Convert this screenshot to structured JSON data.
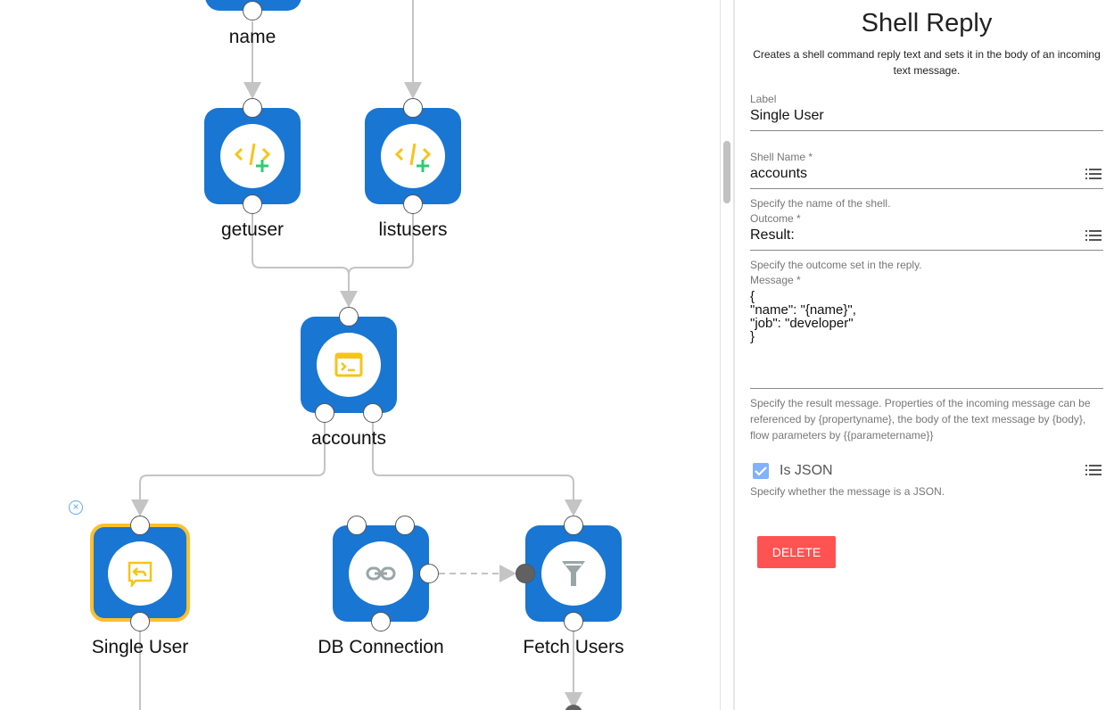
{
  "canvas": {
    "nodes": [
      {
        "id": "name",
        "label": "name"
      },
      {
        "id": "getuser",
        "label": "getuser",
        "icon": "code-plus-icon"
      },
      {
        "id": "listusers",
        "label": "listusers",
        "icon": "code-plus-icon"
      },
      {
        "id": "accounts",
        "label": "accounts",
        "icon": "terminal-icon"
      },
      {
        "id": "single-user",
        "label": "Single User",
        "icon": "reply-message-icon",
        "selected": true
      },
      {
        "id": "db-connection",
        "label": "DB Connection",
        "icon": "link-icon"
      },
      {
        "id": "fetch-users",
        "label": "Fetch Users",
        "icon": "filter-icon"
      }
    ],
    "colors": {
      "node": "#1976d2",
      "selected": "#fbc02d",
      "edge": "#c4c4c4",
      "accent_icon": "#f5c518",
      "grey_icon": "#9aa6a6"
    }
  },
  "panel": {
    "title": "Shell Reply",
    "description": "Creates a shell command reply text and sets it in the body of an incoming text message.",
    "label_field": {
      "label": "Label",
      "value": "Single User"
    },
    "shell_name": {
      "label": "Shell Name *",
      "value": "accounts",
      "help": "Specify the name of the shell."
    },
    "outcome": {
      "label": "Outcome *",
      "value": "Result:",
      "help": "Specify the outcome set in the reply."
    },
    "message": {
      "label": "Message *",
      "value": "{\n\"name\": \"{name}\",\n\"job\": \"developer\"\n}",
      "help": "Specify the result message. Properties of the incoming message can be referenced by {propertyname}, the body of the text message by {body}, flow parameters by {{parametername}}"
    },
    "is_json": {
      "label": "Is JSON",
      "checked": true,
      "help": "Specify whether the message is a JSON."
    },
    "delete_label": "DELETE"
  }
}
